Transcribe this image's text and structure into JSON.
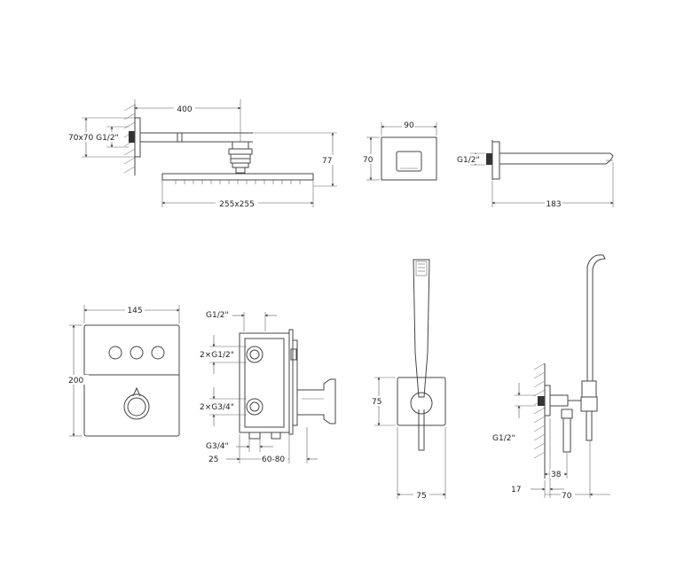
{
  "labels": {
    "arm_length": "400",
    "thread_flange": "70x70 G1/2\"",
    "head_height": "77",
    "head_size": "255x255",
    "box_width": "90",
    "box_height": "70",
    "spout_thread": "G1/2\"",
    "spout_length": "183",
    "panel_width": "145",
    "panel_height": "200",
    "mixer_top_thread": "G1/2\"",
    "mixer_out1": "2×G1/2\"",
    "mixer_out2": "2×G3/4\"",
    "mixer_in": "G3/4\"",
    "mixer_d1": "25",
    "mixer_d2": "60-80",
    "holder_height": "75",
    "holder_width": "75",
    "elbow_thread": "G1/2\"",
    "elbow_d1": "38",
    "elbow_d2": "17",
    "elbow_d3": "70"
  }
}
